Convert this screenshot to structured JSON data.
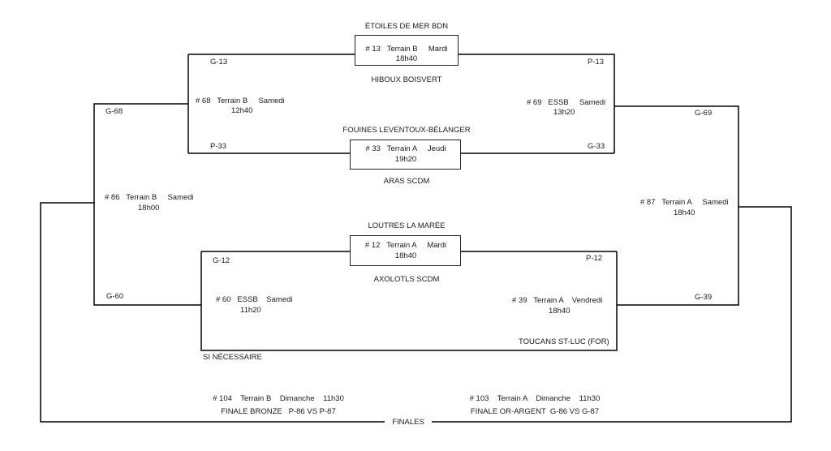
{
  "teams": {
    "etoiles": "ÉTOILES DE MER BDN",
    "hiboux": "HIBOUX BOISVERT",
    "fouines": "FOUINES LEVENTOUX-BÉLANGER",
    "aras": "ARAS SCDM",
    "loutres": "LOUTRES LA MARÉE",
    "axolotls": "AXOLOTLS SCDM",
    "toucans": "TOUCANS ST-LUC (FOR)"
  },
  "games": {
    "g13": {
      "line1": "# 13   Terrain B     Mardi",
      "line2": "18h40"
    },
    "g33": {
      "line1": "# 33   Terrain A     Jeudi",
      "line2": "19h20"
    },
    "g12": {
      "line1": "# 12   Terrain A     Mardi",
      "line2": "18h40"
    },
    "g68": {
      "line1": "# 68   Terrain B     Samedi",
      "line2": "12h40"
    },
    "g69": {
      "line1": "# 69   ESSB     Samedi",
      "line2": "13h20"
    },
    "g86": {
      "line1": "# 86   Terrain B     Samedi",
      "line2": "18h00"
    },
    "g87": {
      "line1": "# 87   Terrain A     Samedi",
      "line2": "18h40"
    },
    "g60": {
      "line1": "# 60   ESSB    Samedi",
      "line2": "11h20"
    },
    "g39": {
      "line1": "# 39   Terrain A    Vendredi",
      "line2": "18h40"
    },
    "g104": {
      "line1": "# 104    Terrain B    Dimanche    11h30",
      "line2": "FINALE BRONZE   P-86 VS P-87"
    },
    "g103": {
      "line1": "# 103    Terrain A    Dimanche    11h30",
      "line2": "FINALE OR-ARGENT  G-86 VS G-87"
    }
  },
  "labels": {
    "G13": "G-13",
    "P13": "P-13",
    "P33": "P-33",
    "G33": "G-33",
    "G68": "G-68",
    "G69": "G-69",
    "G12": "G-12",
    "P12": "P-12",
    "G60": "G-60",
    "G39": "G-39",
    "si_necessaire": "SI NÉCESSAIRE",
    "finales": "FINALES"
  }
}
